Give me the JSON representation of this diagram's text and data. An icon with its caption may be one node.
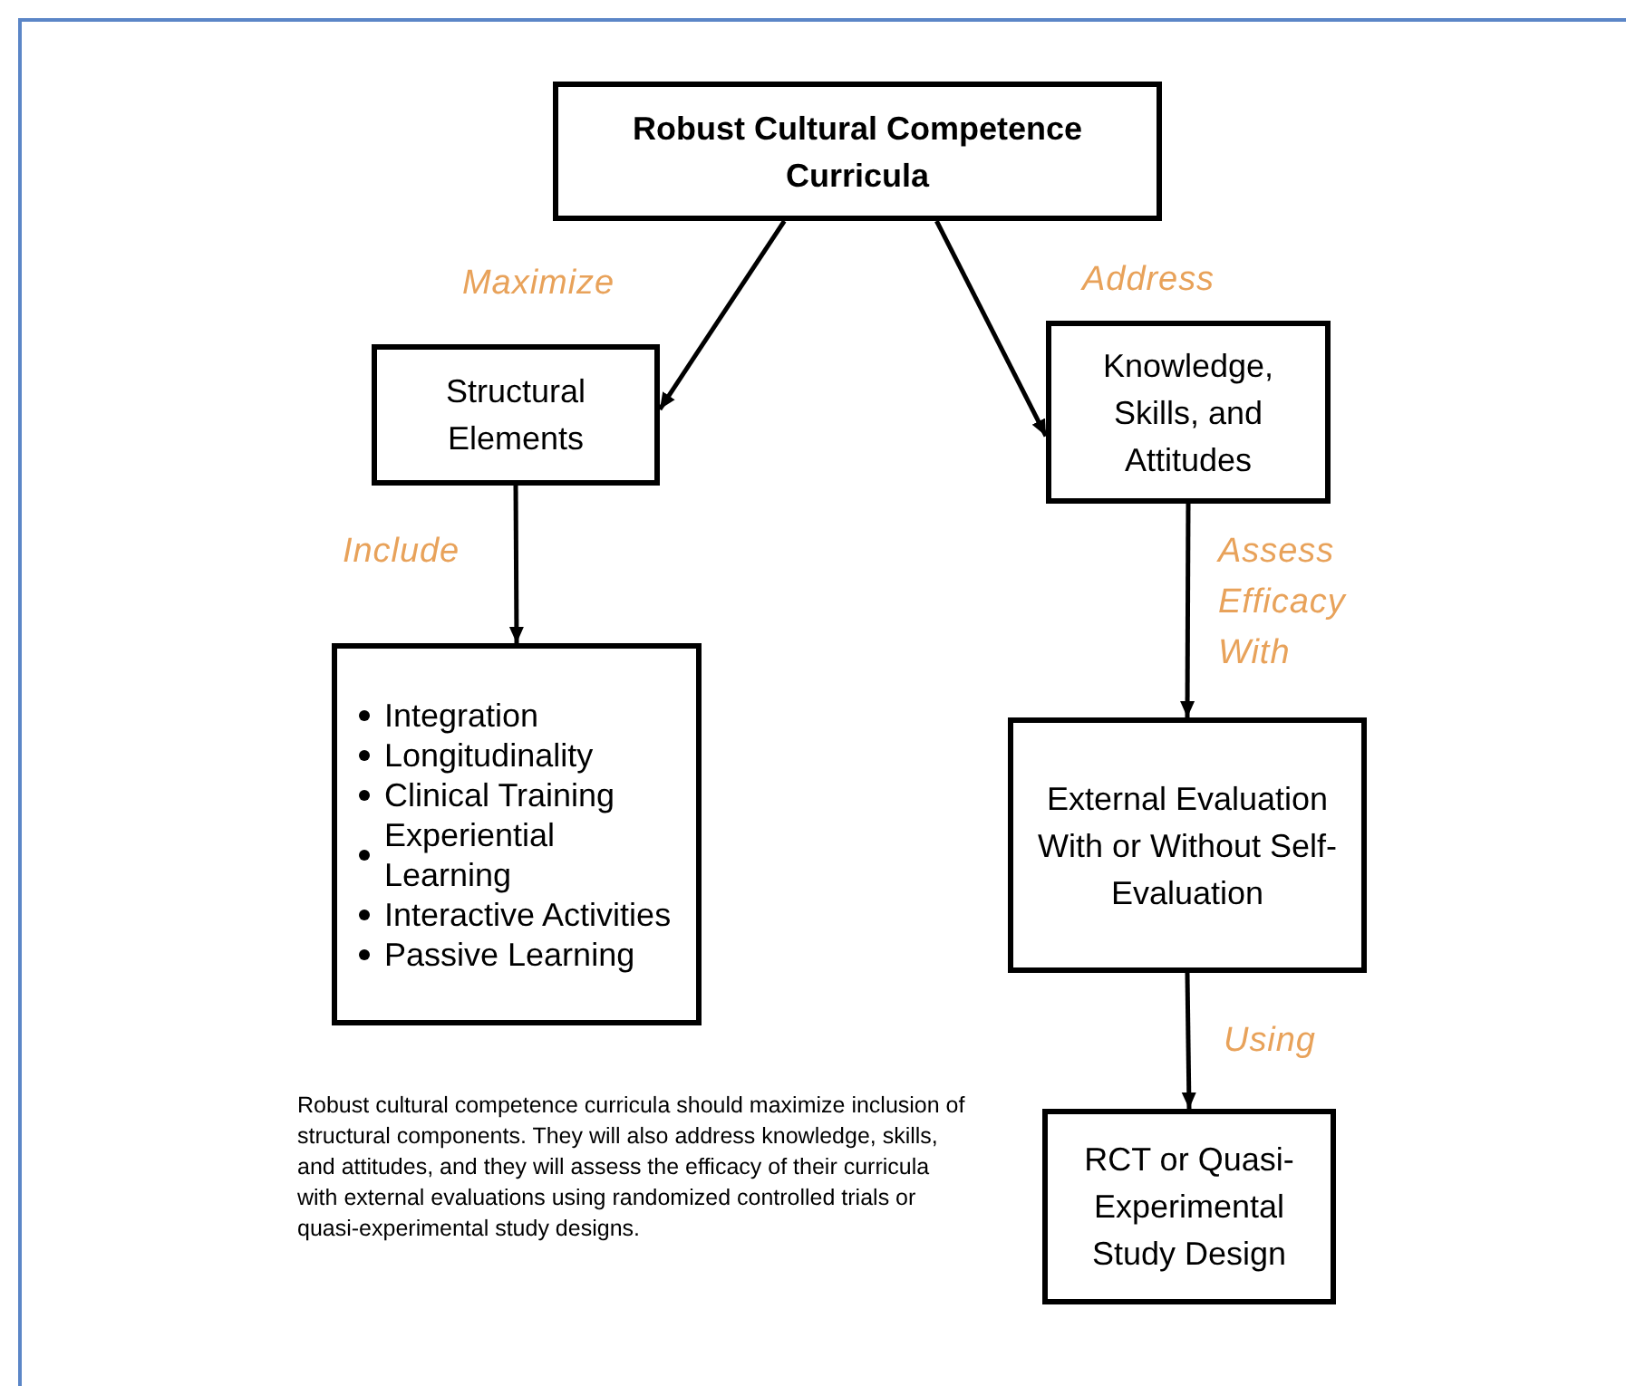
{
  "diagram": {
    "nodes": [
      {
        "text": [
          "Robust Cultural Competence Curricula"
        ]
      },
      {
        "text": [
          "Structural Elements"
        ]
      },
      {
        "text": [
          "Knowledge, Skills, and Attitudes"
        ]
      },
      {
        "text": [
          "Integration",
          "Longitudinality",
          "Clinical Training",
          "Experiential Learning",
          "Interactive Activities",
          "Passive Learning"
        ]
      },
      {
        "text": [
          "External Evaluation With or Without Self-Evaluation"
        ]
      },
      {
        "text": [
          "RCT or Quasi-Experimental Study Design"
        ]
      }
    ],
    "edges": [
      {
        "from": 0,
        "to": 1,
        "arrow": "to",
        "label": "Maximize"
      },
      {
        "from": 0,
        "to": 2,
        "arrow": "to",
        "label": "Address"
      },
      {
        "from": 1,
        "to": 3,
        "arrow": "to",
        "label": "Include"
      },
      {
        "from": 2,
        "to": 4,
        "arrow": "to",
        "label": "Assess Efficacy With"
      },
      {
        "from": 4,
        "to": 5,
        "arrow": "to",
        "label": "Using"
      }
    ],
    "caption": "Robust cultural competence curricula should maximize inclusion of structural components. They will also address knowledge, skills, and attitudes, and they will assess the efficacy of their curricula with external evaluations using randomized controlled trials or quasi-experimental study designs."
  }
}
